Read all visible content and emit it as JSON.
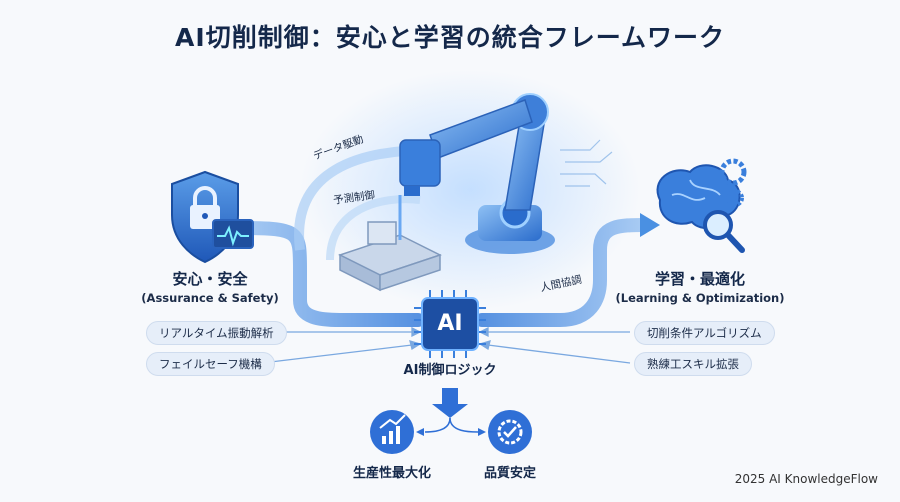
{
  "title": "AI切削制御：安心と学習の統合フレームワーク",
  "left": {
    "title": "安心・安全",
    "subtitle": "(Assurance & Safety)",
    "items": [
      "リアルタイム振動解析",
      "フェイルセーフ機構"
    ]
  },
  "right": {
    "title": "学習・最適化",
    "subtitle": "(Learning & Optimization)",
    "items": [
      "切削条件アルゴリズム",
      "熟練工スキル拡張"
    ]
  },
  "center": {
    "chip": "AI",
    "label": "AI制御ロジック",
    "tags": [
      "データ駆動",
      "予測制御",
      "人間協調"
    ]
  },
  "outputs": [
    "生産性最大化",
    "品質安定"
  ],
  "footer": "2025 AI KnowledgeFlow",
  "colors": {
    "primary": "#2f6fd6",
    "flow": "#4a90e2",
    "dark": "#14284a"
  }
}
